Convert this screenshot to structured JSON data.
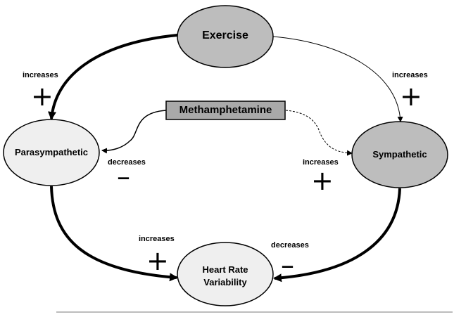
{
  "nodes": {
    "exercise": "Exercise",
    "methamphetamine": "Methamphetamine",
    "parasympathetic": "Parasympathetic",
    "sympathetic": "Sympathetic",
    "hrv_line1": "Heart Rate",
    "hrv_line2": "Variability"
  },
  "edges": {
    "exercise_to_para": {
      "label": "increases",
      "sign": "+"
    },
    "exercise_to_symp": {
      "label": "increases",
      "sign": "+"
    },
    "meth_to_para": {
      "label": "decreases",
      "sign": "–"
    },
    "meth_to_symp": {
      "label": "increases",
      "sign": "+"
    },
    "para_to_hrv": {
      "label": "increases",
      "sign": "+"
    },
    "symp_to_hrv": {
      "label": "decreases",
      "sign": "–"
    }
  },
  "colors": {
    "dark_node": "#bdbdbd",
    "light_node": "#efefef",
    "stroke": "#000000",
    "baseline": "#a6a6a6"
  }
}
